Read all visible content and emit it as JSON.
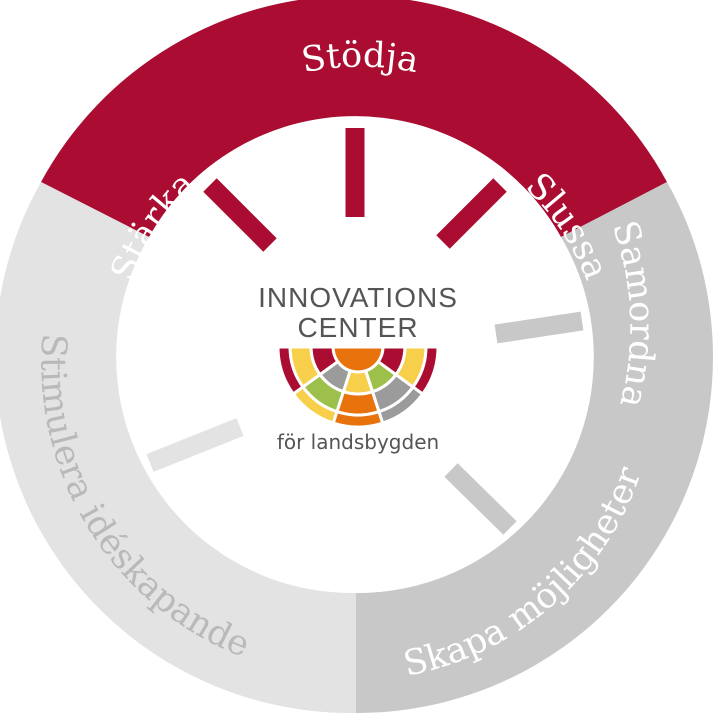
{
  "diagram": {
    "colors": {
      "primary": "#aa0d31",
      "mid_grey": "#c8c8c8",
      "light_grey": "#e3e3e3",
      "text_light": "#ffffff",
      "text_grey": "#b9b9b9",
      "logo_text": "#555555",
      "logo_orange": "#e8730d",
      "logo_yellow": "#f7cf4a",
      "logo_green": "#9cc04a",
      "logo_grey": "#9b9b9b",
      "logo_red": "#aa0d31"
    },
    "segments": [
      {
        "id": "starka",
        "label": "Stärka",
        "color": "#aa0d31"
      },
      {
        "id": "stodja",
        "label": "Stödja",
        "color": "#aa0d31"
      },
      {
        "id": "slussa",
        "label": "Slussa",
        "color": "#aa0d31"
      },
      {
        "id": "samordna",
        "label": "Samordna",
        "color": "#c8c8c8"
      },
      {
        "id": "skapa",
        "label": "Skapa möjligheter",
        "color": "#c8c8c8"
      },
      {
        "id": "stimulera",
        "label": "Stimulera idéskapande",
        "color": "#e3e3e3"
      }
    ],
    "logo": {
      "line1": "INNOVATIONS",
      "line2": "CENTER",
      "tagline": "för landsbygden"
    }
  }
}
